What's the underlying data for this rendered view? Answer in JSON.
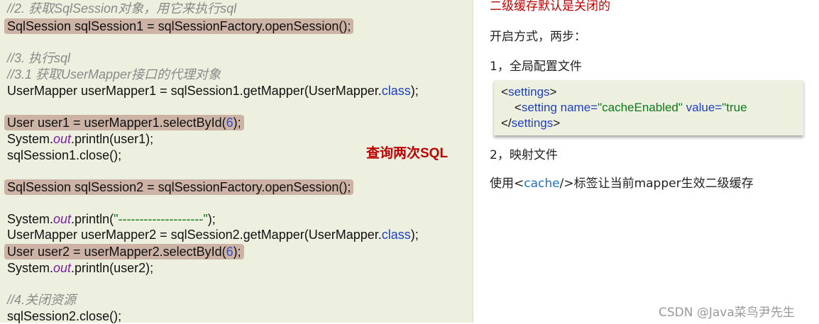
{
  "code": {
    "lines": [
      {
        "segs": [
          {
            "t": "//2. 获取SqlSession对象，用它来执行sql",
            "c": "comment"
          }
        ]
      },
      {
        "hl": true,
        "segs": [
          {
            "t": "SqlSession sqlSession1 = sqlSessionFactory.openSession();",
            "c": ""
          }
        ]
      },
      {
        "segs": [
          {
            "t": "//3. 执行sql",
            "c": "comment"
          }
        ]
      },
      {
        "segs": [
          {
            "t": "//3.1 获取UserMapper接口的代理对象",
            "c": "comment"
          }
        ]
      },
      {
        "segs": [
          {
            "t": "UserMapper userMapper1 = sqlSession1.getMapper(UserMapper.",
            "c": ""
          },
          {
            "t": "class",
            "c": "kw"
          },
          {
            "t": ");",
            "c": ""
          }
        ]
      },
      {
        "hl": true,
        "segs": [
          {
            "t": "User user1 = userMapper1.selectById(",
            "c": ""
          },
          {
            "t": "6",
            "c": "num"
          },
          {
            "t": ");",
            "c": ""
          }
        ]
      },
      {
        "segs": [
          {
            "t": "System.",
            "c": ""
          },
          {
            "t": "out",
            "c": "field"
          },
          {
            "t": ".println(user1);",
            "c": ""
          }
        ]
      },
      {
        "segs": [
          {
            "t": "sqlSession1.close();",
            "c": ""
          }
        ]
      },
      {
        "hl": true,
        "segs": [
          {
            "t": "SqlSession sqlSession2 = sqlSessionFactory.openSession();",
            "c": ""
          }
        ]
      },
      {
        "segs": [
          {
            "t": "System.",
            "c": ""
          },
          {
            "t": "out",
            "c": "field"
          },
          {
            "t": ".println(",
            "c": ""
          },
          {
            "t": "\"--------------------\"",
            "c": "str"
          },
          {
            "t": ");",
            "c": ""
          }
        ]
      },
      {
        "segs": [
          {
            "t": "UserMapper userMapper2 = sqlSession2.getMapper(UserMapper.",
            "c": ""
          },
          {
            "t": "class",
            "c": "kw"
          },
          {
            "t": ");",
            "c": ""
          }
        ]
      },
      {
        "hl": true,
        "segs": [
          {
            "t": "User user2 = userMapper2.selectById(",
            "c": ""
          },
          {
            "t": "6",
            "c": "num"
          },
          {
            "t": ");",
            "c": ""
          }
        ]
      },
      {
        "segs": [
          {
            "t": "System.",
            "c": ""
          },
          {
            "t": "out",
            "c": "field"
          },
          {
            "t": ".println(user2);",
            "c": ""
          }
        ]
      },
      {
        "segs": [
          {
            "t": "//4.关闭资源",
            "c": "comment"
          }
        ]
      },
      {
        "segs": [
          {
            "t": "sqlSession2.close();",
            "c": ""
          }
        ]
      }
    ],
    "note": "查询两次SQL"
  },
  "right": {
    "heading": "二级缓存默认是关闭的",
    "intro": "开启方式，两步：",
    "step1": "1，全局配置文件",
    "xml": [
      [
        {
          "t": "<",
          "c": "blk"
        },
        {
          "t": "settings",
          "c": "tag"
        },
        {
          "t": ">",
          "c": "blk"
        }
      ],
      [
        {
          "t": "    <",
          "c": "blk"
        },
        {
          "t": "setting name=",
          "c": "tag"
        },
        {
          "t": "\"cacheEnabled\"",
          "c": "str"
        },
        {
          "t": " value=",
          "c": "tag"
        },
        {
          "t": "\"true",
          "c": "str"
        }
      ],
      [
        {
          "t": "</",
          "c": "blk"
        },
        {
          "t": "settings",
          "c": "tag"
        },
        {
          "t": ">",
          "c": "blk"
        }
      ]
    ],
    "step2": "2，映射文件",
    "usage_pre": "使用<",
    "usage_tag": "cache",
    "usage_post": "/>标签让当前mapper生效二级缓存"
  },
  "watermark": "CSDN @Java菜鸟尹先生",
  "colors": {
    "highlight": "#cdb3a5",
    "code_bg": "#edf0df",
    "note": "#c00000",
    "heading": "#c00000"
  }
}
